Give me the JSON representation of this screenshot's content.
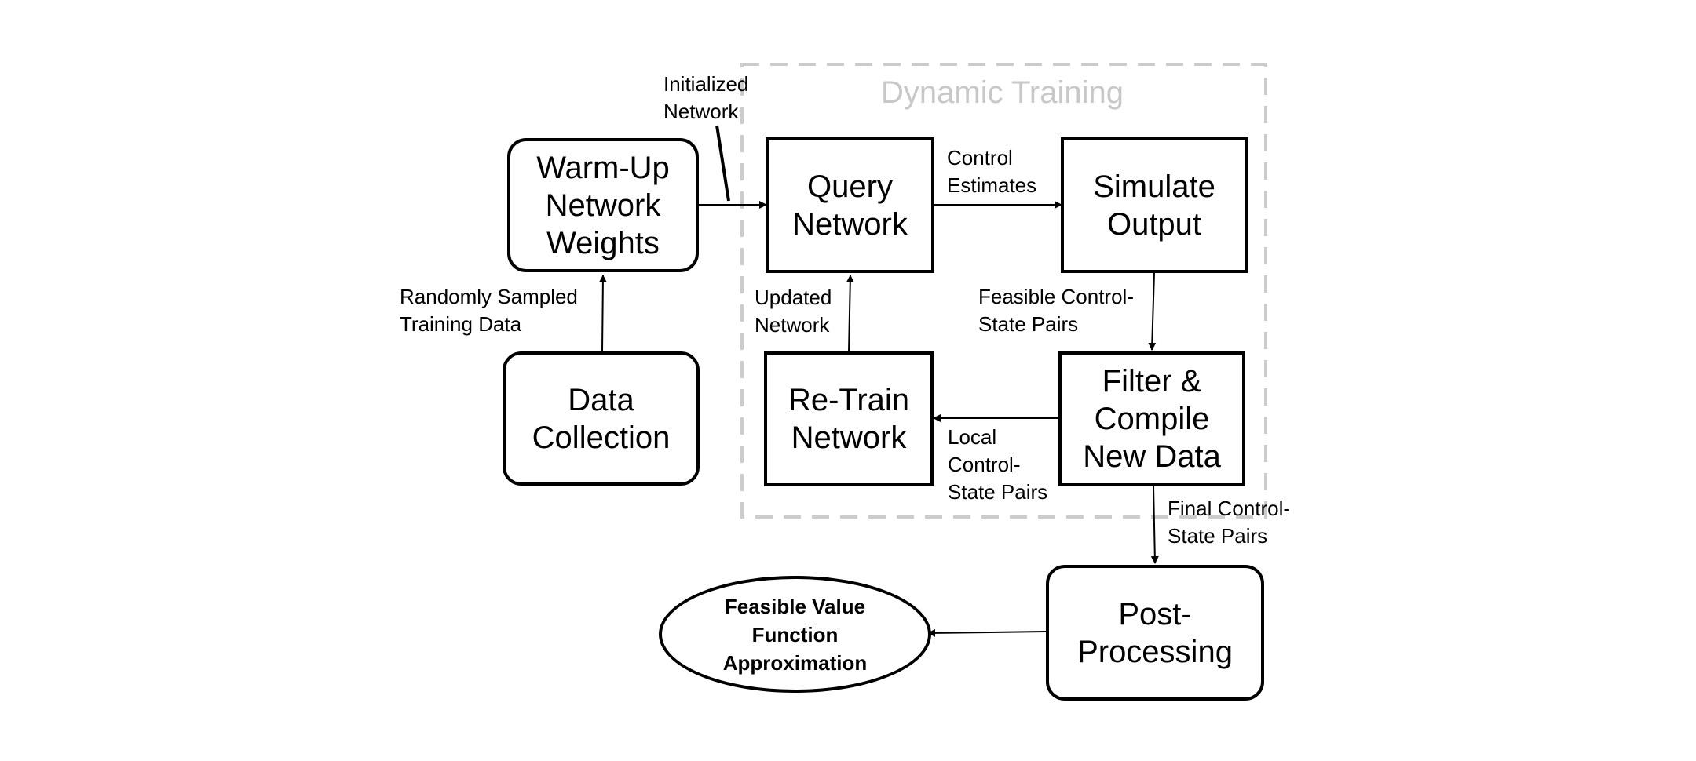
{
  "group": {
    "title": "Dynamic Training"
  },
  "nodes": {
    "warmup": "Warm-Up\nNetwork\nWeights",
    "data_collection": "Data\nCollection",
    "query": "Query\nNetwork",
    "simulate": "Simulate\nOutput",
    "filter": "Filter &\nCompile\nNew Data",
    "retrain": "Re-Train\nNetwork",
    "postprocessing": "Post-\nProcessing",
    "fvf": "Feasible Value\nFunction\nApproximation"
  },
  "edge_labels": {
    "initialized": "Initialized\nNetwork",
    "control_estimates": "Control\nEstimates",
    "randomly_sampled": "Randomly Sampled\nTraining Data",
    "updated": "Updated\nNetwork",
    "feasible_pairs": "Feasible Control-\nState Pairs",
    "local_pairs": "Local\nControl-\nState Pairs",
    "final_pairs": "Final Control-\nState Pairs"
  }
}
